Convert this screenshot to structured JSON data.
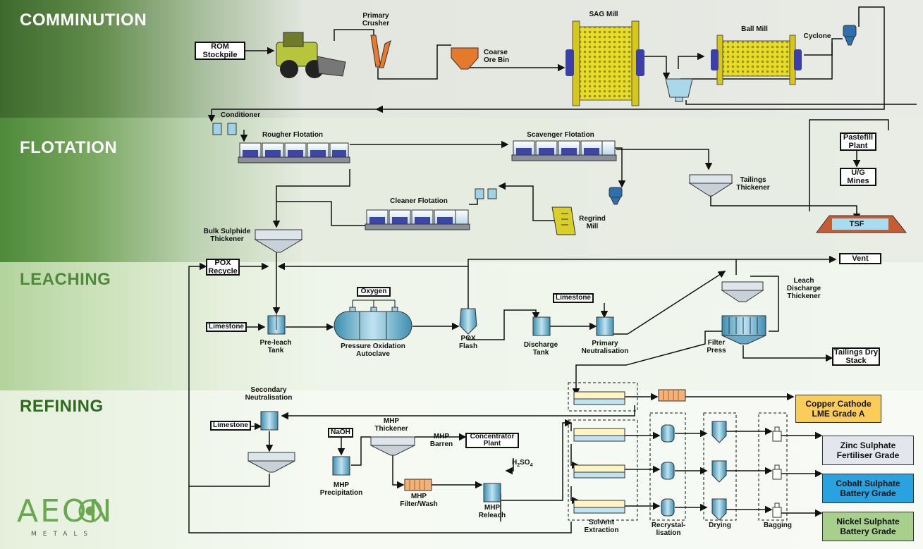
{
  "sections": {
    "comminution": "COMMINUTION",
    "flotation": "FLOTATION",
    "leaching": "LEACHING",
    "refining": "REFINING"
  },
  "section_colors": {
    "comminution": "#ffffff",
    "flotation": "#ffffff",
    "leaching": "#4f8a3c",
    "refining": "#2f6b1f"
  },
  "comminution": {
    "rom_stockpile": "ROM Stockpile",
    "primary_crusher": "Primary Crusher",
    "coarse_ore_bin": "Coarse Ore Bin",
    "sag_mill": "SAG Mill",
    "ball_mill": "Ball Mill",
    "cyclone": "Cyclone"
  },
  "flotation": {
    "conditioner": "Conditioner",
    "rougher": "Rougher Flotation",
    "scavenger": "Scavenger Flotation",
    "cleaner": "Cleaner Flotation",
    "regrind_mill": "Regrind Mill",
    "tailings_thickener": "Tailings Thickener",
    "bulk_sulphide_thickener": "Bulk Sulphide Thickener",
    "pastefill_plant": "Pastefill Plant",
    "ug_mines": "U/G Mines",
    "tsf": "TSF"
  },
  "leaching": {
    "pox_recycle": "POX Recycle",
    "vent": "Vent",
    "limestone": "Limestone",
    "pre_leach_tank": "Pre-leach Tank",
    "oxygen": "Oxygen",
    "autoclave": "Pressure Oxidation Autoclave",
    "pox_flash": "POX Flash",
    "discharge_tank": "Discharge Tank",
    "limestone2": "Limestone",
    "primary_neutralisation": "Primary Neutralisation",
    "leach_discharge_thickener": "Leach Discharge Thickener",
    "filter_press": "Filter Press",
    "tailings_dry_stack": "Tailings Dry Stack"
  },
  "refining": {
    "secondary_neutralisation": "Secondary Neutralisation",
    "limestone": "Limestone",
    "naoh": "NaOH",
    "mhp_thickener": "MHP Thickener",
    "mhp_barren": "MHP Barren",
    "concentrator_plant": "Concentrator Plant",
    "h2so4": "H",
    "h2so4_sub2": "2",
    "h2so4_so": "SO",
    "h2so4_sub4": "4",
    "mhp_precipitation": "MHP Precipitation",
    "mhp_filter_wash": "MHP Filter/Wash",
    "mhp_releach": "MHP Releach",
    "solvent_extraction": "Solvent Extraction",
    "recrystallisation": "Recrystal- lisation",
    "drying": "Drying",
    "bagging": "Bagging"
  },
  "products": [
    {
      "line1": "Copper Cathode",
      "line2": "LME Grade A",
      "color": "#f9cd57"
    },
    {
      "line1": "Zinc Sulphate",
      "line2": "Fertiliser Grade",
      "color": "#e4e6ee"
    },
    {
      "line1": "Cobalt Sulphate",
      "line2": "Battery Grade",
      "color": "#29a3df"
    },
    {
      "line1": "Nickel Sulphate",
      "line2": "Battery Grade",
      "color": "#a7d08c"
    }
  ],
  "logo": {
    "word": "AEON",
    "sub": "METALS",
    "color": "#6aa84f"
  }
}
